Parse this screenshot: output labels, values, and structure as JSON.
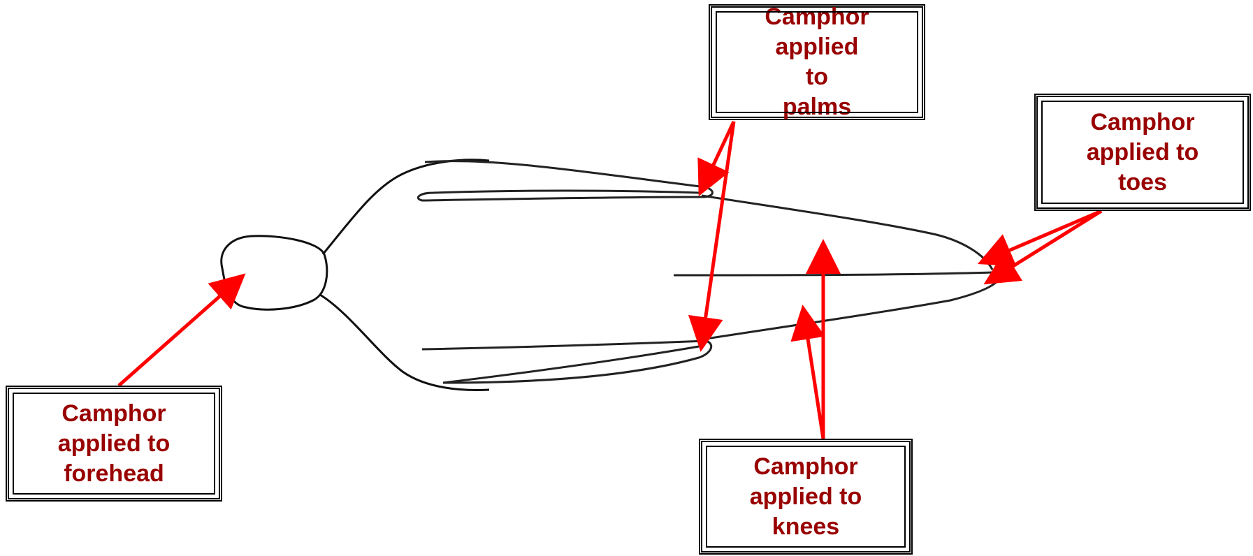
{
  "colors": {
    "label_text": "#990000",
    "arrow": "#ff0000",
    "outline": "#000000",
    "background": "#ffffff"
  },
  "labels": {
    "palms": "Camphor\napplied\nto\npalms",
    "toes": "Camphor\napplied to\ntoes",
    "forehead": "Camphor\napplied to\nforehead",
    "knees": "Camphor\napplied to\nknees"
  }
}
